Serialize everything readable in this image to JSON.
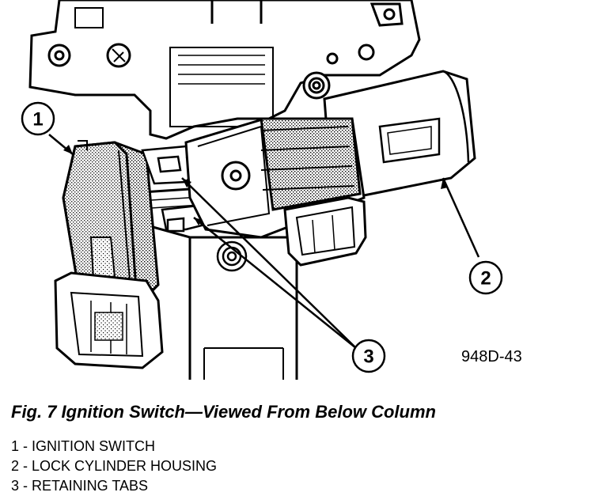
{
  "figure": {
    "code": "948D-43",
    "callouts": [
      {
        "number": "1"
      },
      {
        "number": "2"
      },
      {
        "number": "3"
      }
    ]
  },
  "caption": "Fig. 7 Ignition Switch—Viewed From Below Column",
  "legend": [
    "1 - IGNITION SWITCH",
    "2 - LOCK CYLINDER HOUSING",
    "3 - RETAINING TABS"
  ]
}
